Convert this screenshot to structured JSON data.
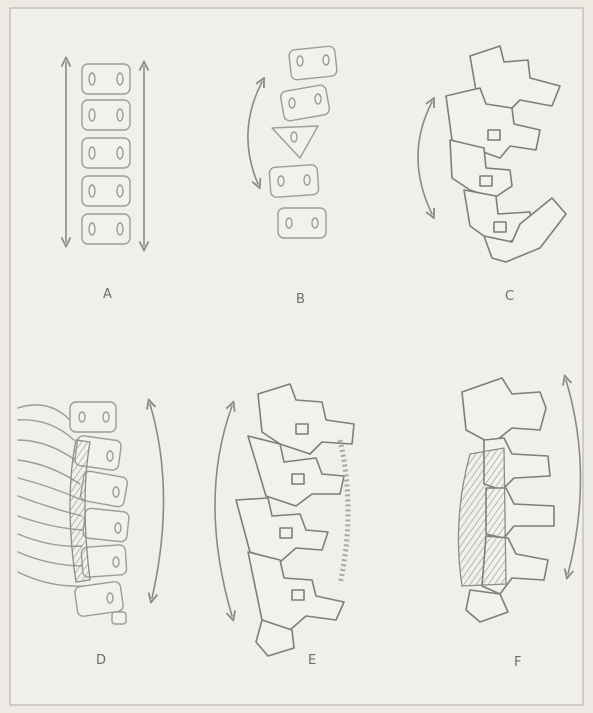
{
  "panels": [
    {
      "id": "A",
      "label": "A"
    },
    {
      "id": "B",
      "label": "B"
    },
    {
      "id": "C",
      "label": "C"
    },
    {
      "id": "D",
      "label": "D"
    },
    {
      "id": "E",
      "label": "E"
    },
    {
      "id": "F",
      "label": "F"
    }
  ],
  "colors": {
    "paper": "#eceae3",
    "frame": "#b8b8b4",
    "line": "#9c9c98",
    "hatch": "#8c8c88"
  }
}
